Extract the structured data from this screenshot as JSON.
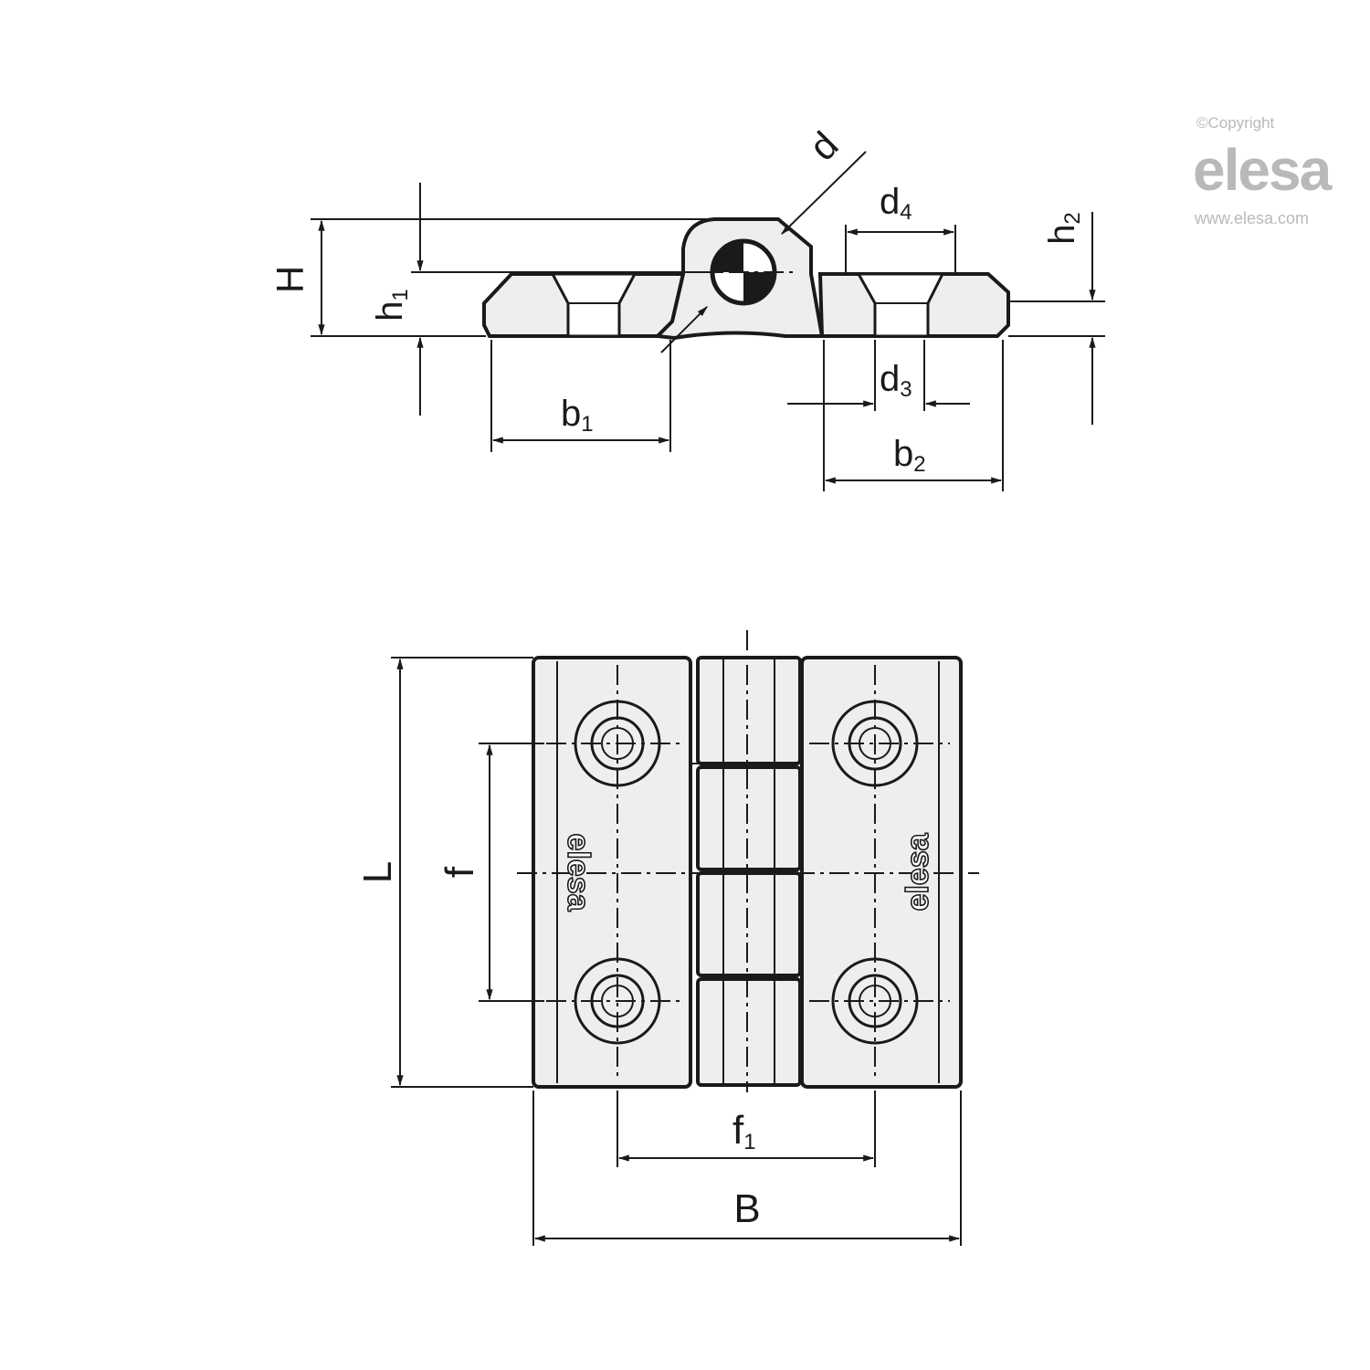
{
  "watermark": {
    "copyright": "©Copyright",
    "brand": "elesa",
    "url": "www.elesa.com"
  },
  "side_view": {
    "labels": {
      "H": "H",
      "h1": "h",
      "h1_sub": "1",
      "h2": "h",
      "h2_sub": "2",
      "d": "d",
      "d4": "d",
      "d4_sub": "4",
      "d3": "d",
      "d3_sub": "3",
      "b1": "b",
      "b1_sub": "1",
      "b2": "b",
      "b2_sub": "2"
    }
  },
  "top_view": {
    "labels": {
      "L": "L",
      "f": "f",
      "f1": "f",
      "f1_sub": "1",
      "B": "B"
    },
    "leaf_marking": "elesa"
  },
  "colors": {
    "line": "#1a1a1a",
    "part_fill": "#eeeeee",
    "watermark": "#b9b9b9"
  }
}
